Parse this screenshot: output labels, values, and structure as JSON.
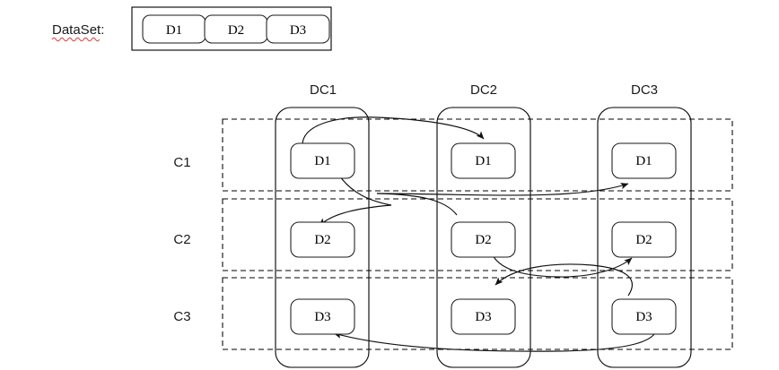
{
  "dataset": {
    "label": "DataSet:",
    "items": [
      "D1",
      "D2",
      "D3"
    ]
  },
  "columns": {
    "headers": [
      "DC1",
      "DC2",
      "DC3"
    ]
  },
  "rows": {
    "labels": [
      "C1",
      "C2",
      "C3"
    ]
  },
  "cells": [
    {
      "row": "C1",
      "col": "DC1",
      "label": "D1"
    },
    {
      "row": "C1",
      "col": "DC2",
      "label": "D1"
    },
    {
      "row": "C1",
      "col": "DC3",
      "label": "D1"
    },
    {
      "row": "C2",
      "col": "DC1",
      "label": "D2"
    },
    {
      "row": "C2",
      "col": "DC2",
      "label": "D2"
    },
    {
      "row": "C2",
      "col": "DC3",
      "label": "D2"
    },
    {
      "row": "C3",
      "col": "DC1",
      "label": "D3"
    },
    {
      "row": "C3",
      "col": "DC2",
      "label": "D3"
    },
    {
      "row": "C3",
      "col": "DC3",
      "label": "D3"
    }
  ],
  "arrows": [
    {
      "name": "d1-dc1-to-d1-dc2",
      "from": "DC1.D1",
      "to": "DC2.D1"
    },
    {
      "name": "d1-dc1-to-d2-dc1",
      "from": "DC1.D1",
      "to": "DC1.D2"
    },
    {
      "name": "d2-dc2-to-d1-dc3",
      "from": "DC2.D2",
      "to": "DC3.D1"
    },
    {
      "name": "d2-dc2-to-d2-dc3",
      "from": "DC2.D2",
      "to": "DC3.D2"
    },
    {
      "name": "d3-dc3-to-d3-dc2",
      "from": "DC3.D3",
      "to": "DC2.D3"
    },
    {
      "name": "d3-dc3-to-d3-dc1",
      "from": "DC3.D3",
      "to": "DC1.D3"
    }
  ],
  "colors": {
    "stroke": "#000000",
    "box_fill": "#ffffff",
    "spellcheck_underline": "#e24a4a",
    "background": "#ffffff"
  }
}
